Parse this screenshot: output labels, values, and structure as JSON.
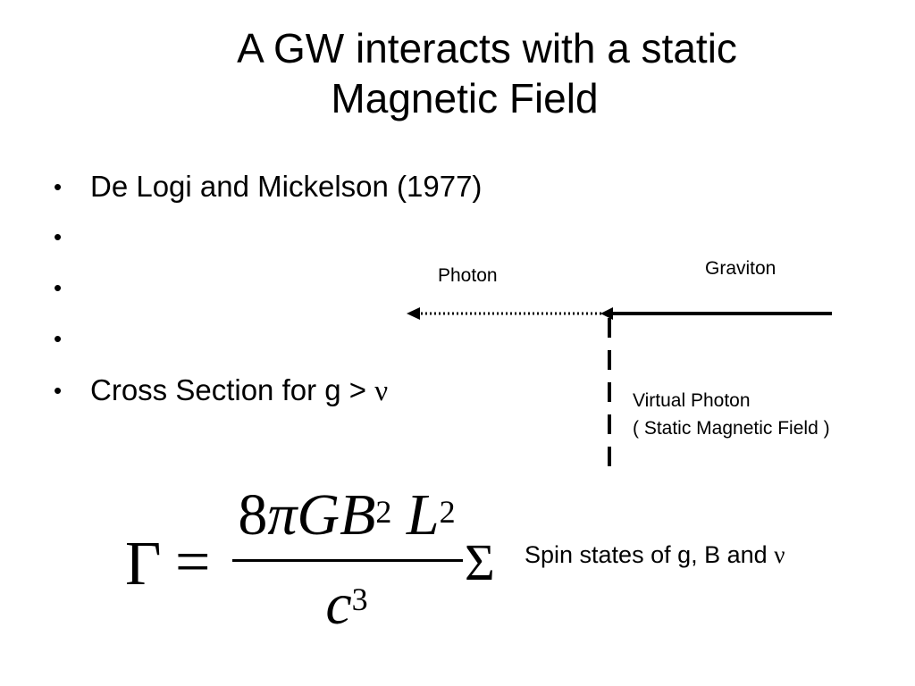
{
  "title": {
    "line1": "A GW interacts with a static",
    "line2": "Magnetic Field"
  },
  "bullets": {
    "marker": "•",
    "b1": "De Logi and Mickelson (1977)",
    "b2": "",
    "b3": "",
    "b4": "",
    "b5_text": "Cross Section for g > ",
    "b5_symbol": "ν"
  },
  "diagram": {
    "photon_label": "Photon",
    "graviton_label": "Graviton",
    "virtual_label_line1": "Virtual Photon",
    "virtual_label_line2": "( Static Magnetic Field )"
  },
  "formula": {
    "lhs": "Γ",
    "equals": "=",
    "num_coeff": "8",
    "num_pi": "π",
    "num_G": "G",
    "num_B": "B",
    "num_B_exp": "2",
    "num_L": "L",
    "num_L_exp": "2",
    "den_c": "c",
    "den_exp": "3",
    "sum": "Σ"
  },
  "spin_text": "Spin states of g, B and ",
  "spin_symbol": "ν"
}
